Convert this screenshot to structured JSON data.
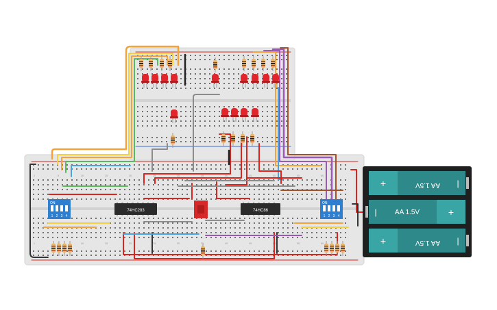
{
  "chips": [
    {
      "label": "74HC283"
    },
    {
      "label": "74HC86"
    }
  ],
  "dip_switches": [
    {
      "on_label": "ON",
      "numbers": [
        "1",
        "2",
        "3",
        "4"
      ]
    },
    {
      "on_label": "ON",
      "numbers": [
        "1",
        "2",
        "3",
        "4"
      ]
    }
  ],
  "batteries": [
    {
      "label": "AA 1.5V",
      "flipped": true
    },
    {
      "label": "AA 1.5V",
      "flipped": false
    },
    {
      "label": "AA 1.5V",
      "flipped": true
    }
  ],
  "battery_symbols": {
    "plus": "+",
    "minus": "|"
  },
  "column_numbers": [
    "1",
    "5",
    "10",
    "15",
    "20",
    "25",
    "30",
    "35",
    "40",
    "45",
    "50",
    "55",
    "60"
  ],
  "colors": {
    "board": "#e6e6e6",
    "led_red": "#e2252b",
    "wire_orange": "#f2a33a",
    "wire_yellow": "#f4d03f",
    "wire_green": "#5cb85c",
    "wire_blue": "#4aa3df",
    "wire_purple": "#9b59b6",
    "wire_red": "#d9251d",
    "wire_gray": "#8c8c8c",
    "wire_black": "#333333",
    "wire_brown": "#a0522d",
    "battery_teal": "#2e8a8a",
    "chip": "#2b2b2b"
  }
}
